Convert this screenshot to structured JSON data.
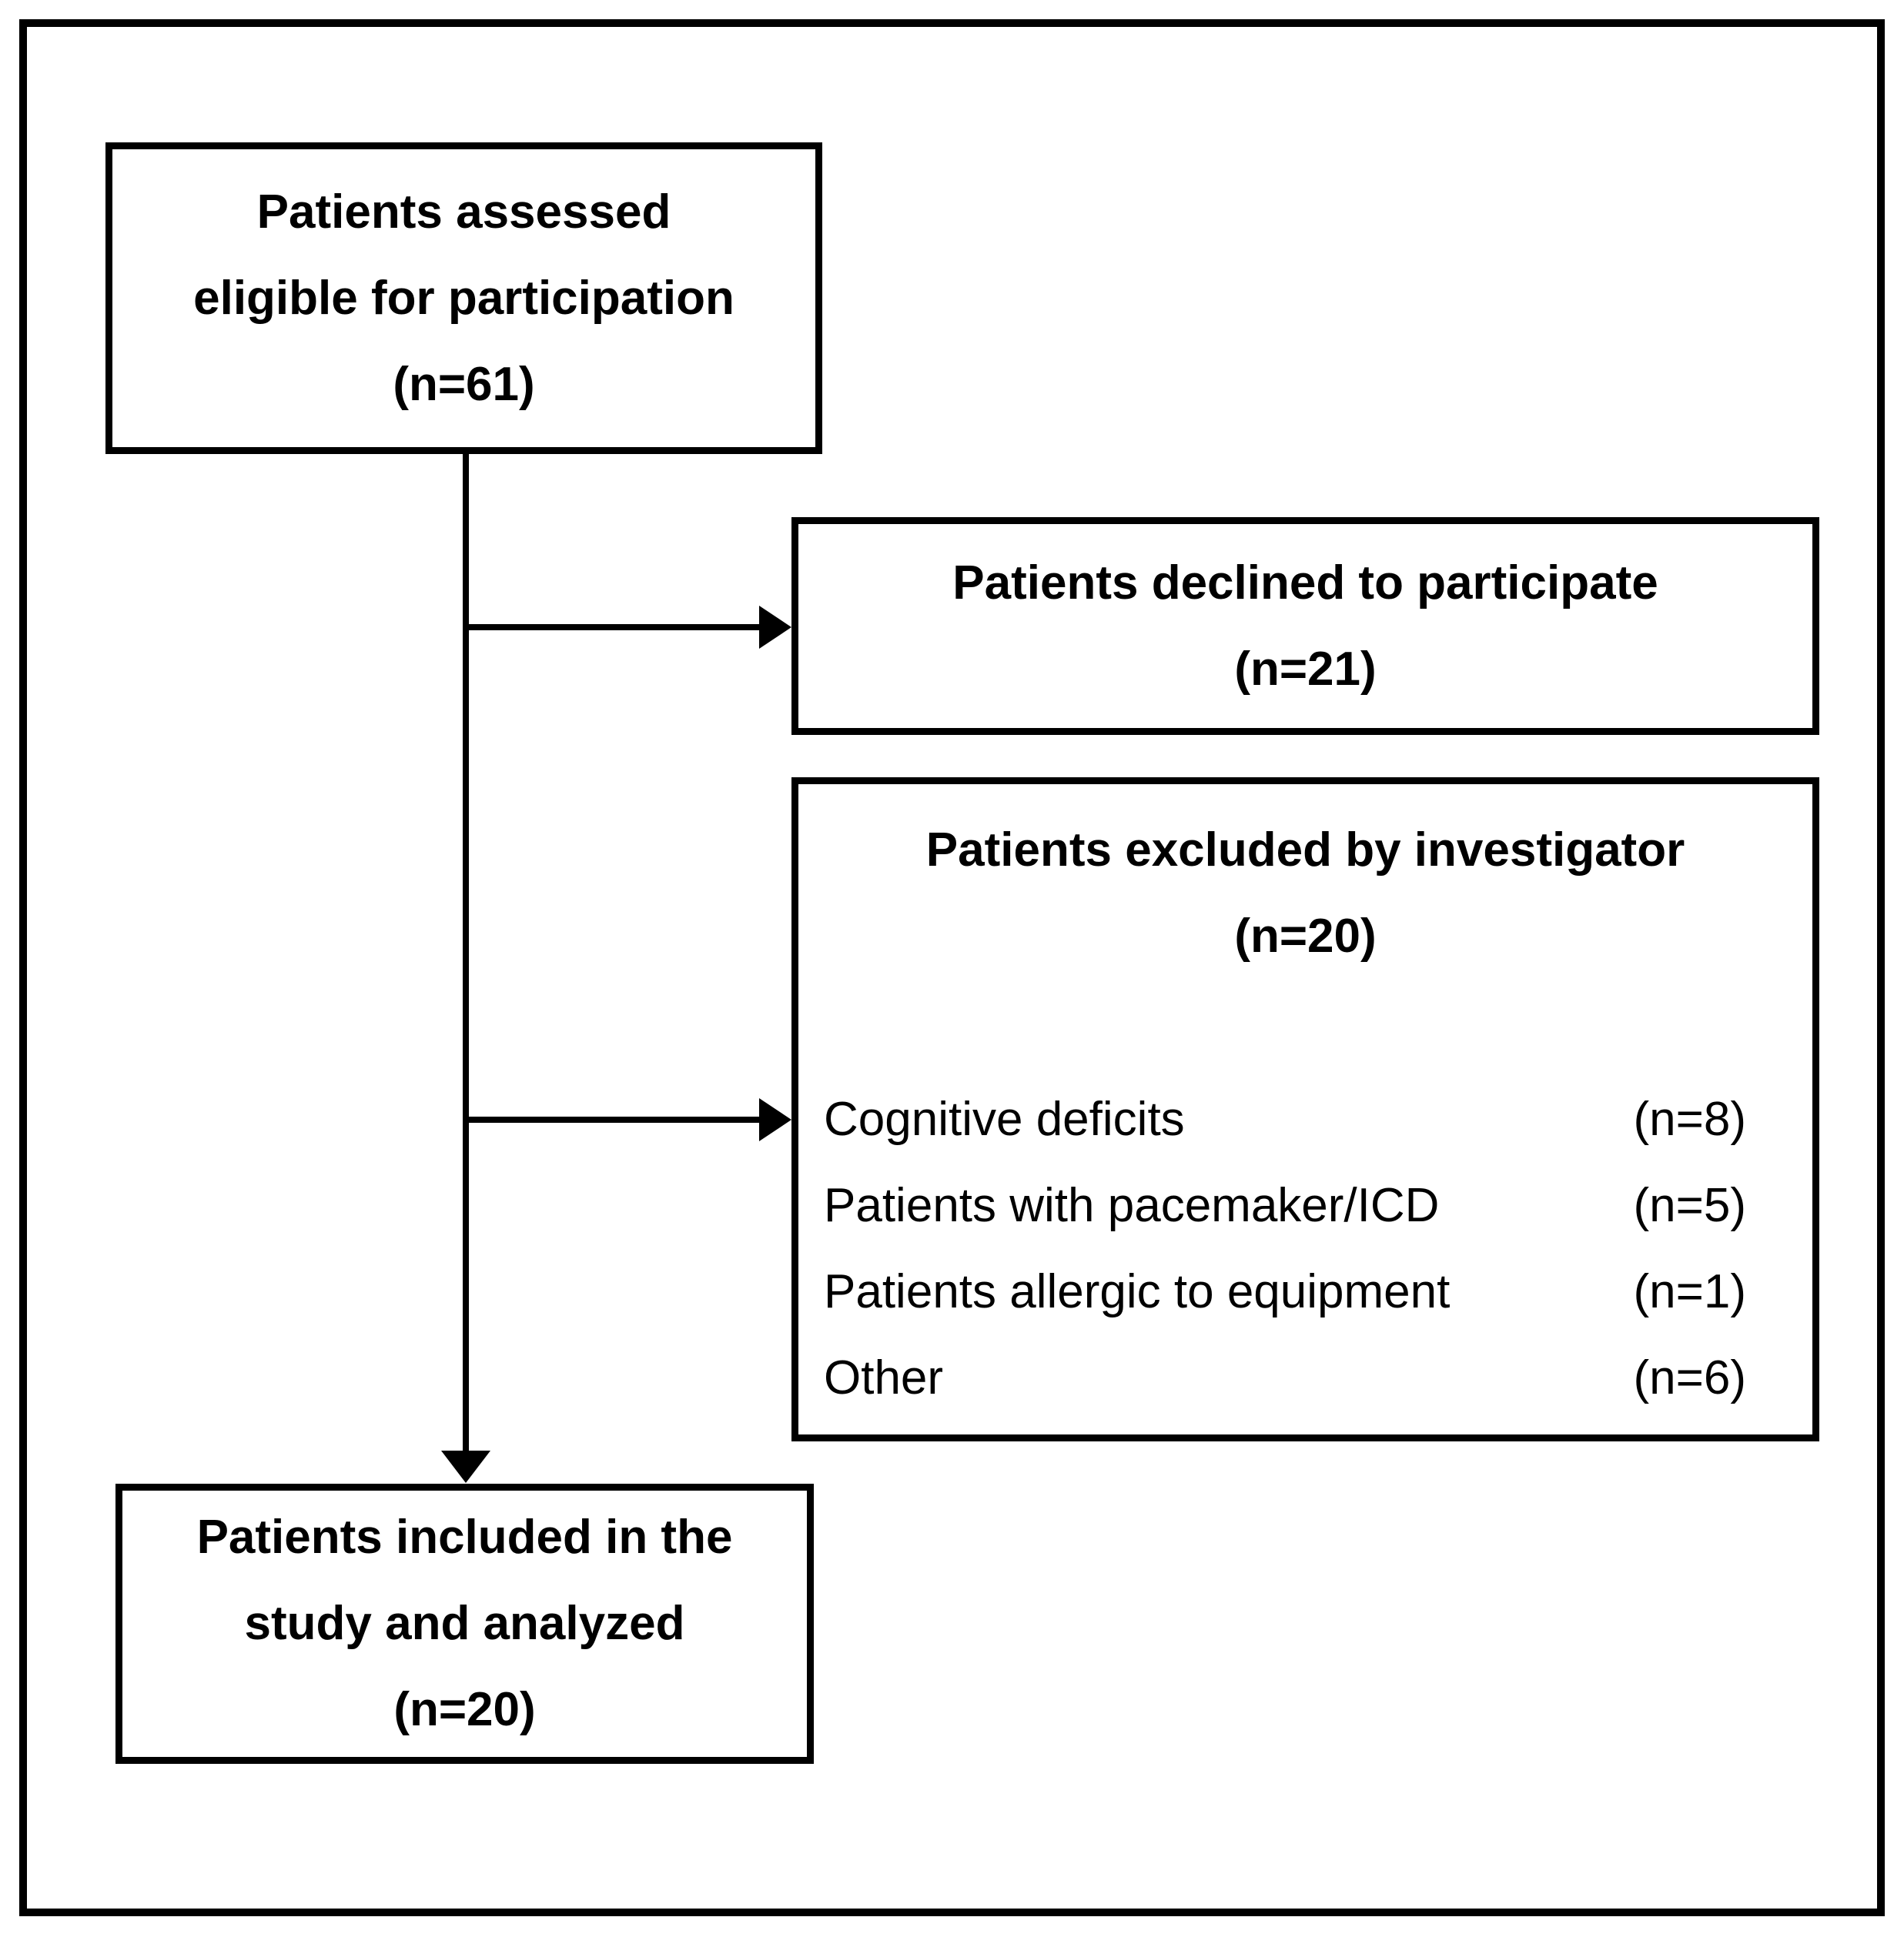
{
  "flowchart": {
    "eligible": {
      "lines": [
        "Patients assessed",
        "eligible for participation",
        "(n=61)"
      ]
    },
    "declined": {
      "lines": [
        "Patients declined to participate",
        "(n=21)"
      ]
    },
    "excluded": {
      "title": "Patients excluded by investigator",
      "count": "(n=20)",
      "reasons": [
        {
          "label": "Cognitive deficits",
          "count": "(n=8)"
        },
        {
          "label": "Patients with pacemaker/ICD",
          "count": "(n=5)"
        },
        {
          "label": "Patients allergic to equipment",
          "count": "(n=1)"
        },
        {
          "label": "Other",
          "count": "(n=6)"
        }
      ]
    },
    "included": {
      "lines": [
        "Patients included in the",
        "study and analyzed",
        "(n=20)"
      ]
    },
    "colors": {
      "line": "#000000",
      "background": "#ffffff",
      "text": "#000000"
    }
  }
}
